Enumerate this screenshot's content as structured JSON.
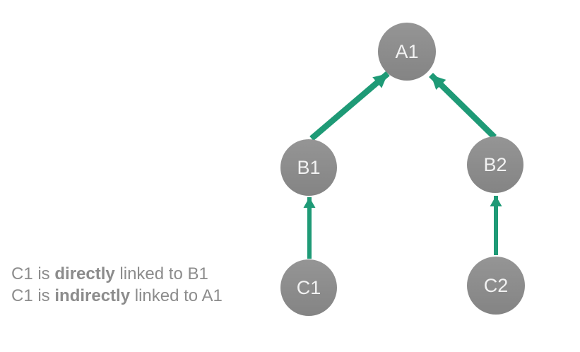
{
  "colors": {
    "background": "#ffffff",
    "node_top": "#959595",
    "node_bottom": "#848484",
    "node_label": "#f2f2f2",
    "arrow": "#1e9a76",
    "caption": "#8c8c8c"
  },
  "nodes": [
    {
      "id": "A1",
      "label": "A1"
    },
    {
      "id": "B1",
      "label": "B1"
    },
    {
      "id": "B2",
      "label": "B2"
    },
    {
      "id": "C1",
      "label": "C1"
    },
    {
      "id": "C2",
      "label": "C2"
    }
  ],
  "edges": [
    {
      "from": "B1",
      "to": "A1"
    },
    {
      "from": "B2",
      "to": "A1"
    },
    {
      "from": "C1",
      "to": "B1"
    },
    {
      "from": "C2",
      "to": "B2"
    }
  ],
  "caption": {
    "lines": [
      {
        "prefix": "C1 is ",
        "bold": "directly",
        "suffix": " linked to B1"
      },
      {
        "prefix": "C1 is ",
        "bold": "indirectly",
        "suffix": " linked to A1"
      }
    ]
  }
}
